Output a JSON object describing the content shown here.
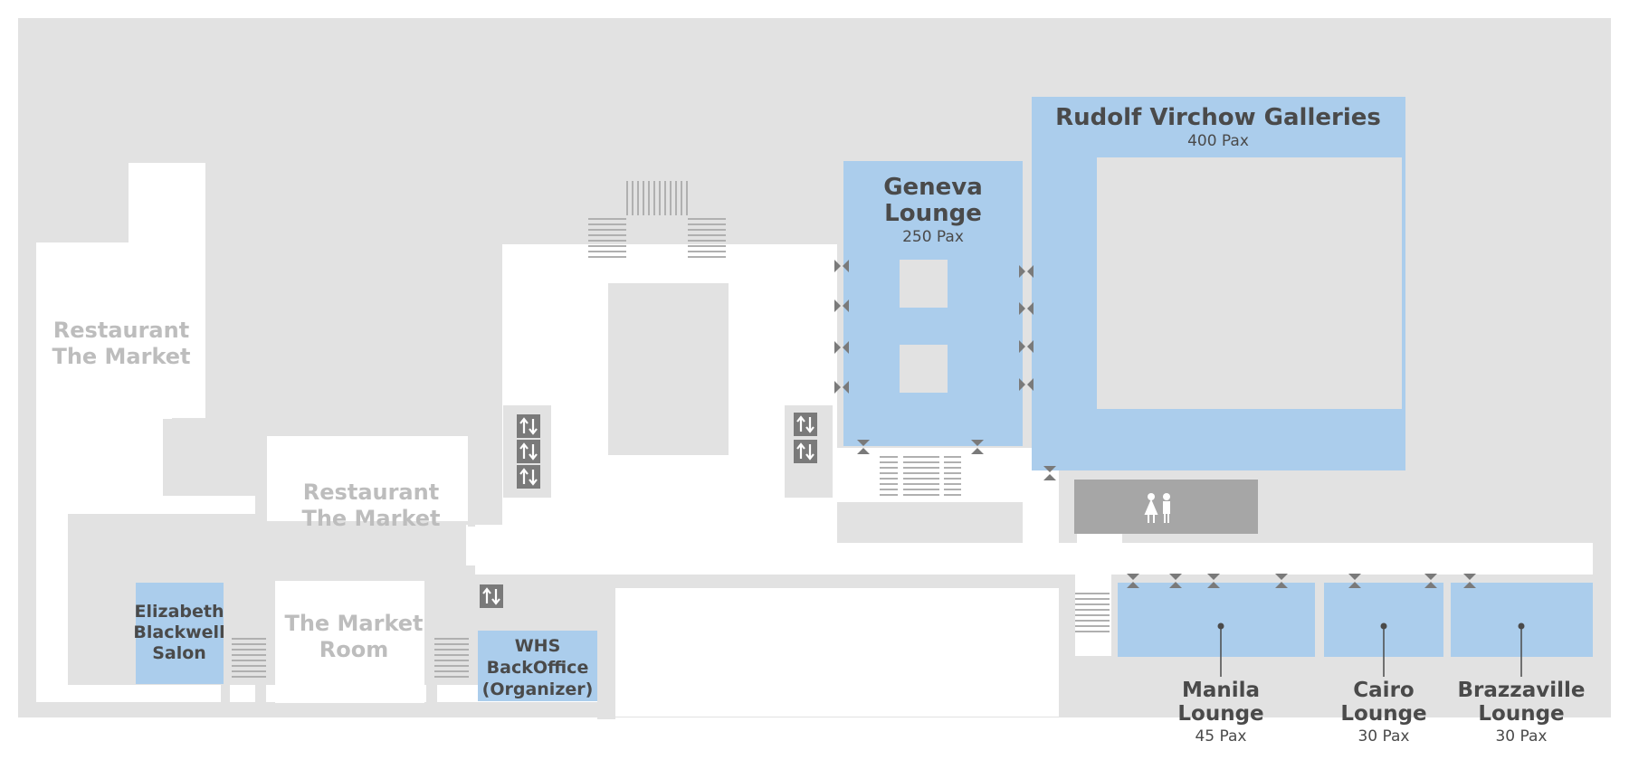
{
  "colors": {
    "background": "#e2e2e2",
    "corridor": "#ffffff",
    "bookable": "#abcdec",
    "icon": "#7a7a7a",
    "restroom": "#a6a6a6",
    "ghost_text": "#bdbdbd",
    "text": "#4a4a4a"
  },
  "rooms": {
    "rudolf_virchow": {
      "name": "Rudolf Virchow Galleries",
      "capacity": "400 Pax"
    },
    "geneva": {
      "name_line1": "Geneva",
      "name_line2": "Lounge",
      "capacity": "250 Pax"
    },
    "manila": {
      "name_line1": "Manila",
      "name_line2": "Lounge",
      "capacity": "45 Pax"
    },
    "cairo": {
      "name_line1": "Cairo",
      "name_line2": "Lounge",
      "capacity": "30 Pax"
    },
    "brazzaville": {
      "name_line1": "Brazzaville",
      "name_line2": "Lounge",
      "capacity": "30 Pax"
    },
    "elizabeth_blackwell": {
      "line1": "Elizabeth",
      "line2": "Blackwell",
      "line3": "Salon"
    },
    "whs_backoffice": {
      "line1": "WHS",
      "line2": "BackOffice",
      "line3": "(Organizer)"
    }
  },
  "non_bookable": {
    "restaurant_1": {
      "line1": "Restaurant",
      "line2": "The Market"
    },
    "restaurant_2": {
      "line1": "Restaurant",
      "line2": "The Market"
    },
    "market_room": {
      "line1": "The Market",
      "line2": "Room"
    }
  },
  "icons": {
    "elevator": "elevator-icon",
    "stairs": "stairs-icon",
    "door": "door-icon",
    "restroom": "restroom-icon"
  }
}
